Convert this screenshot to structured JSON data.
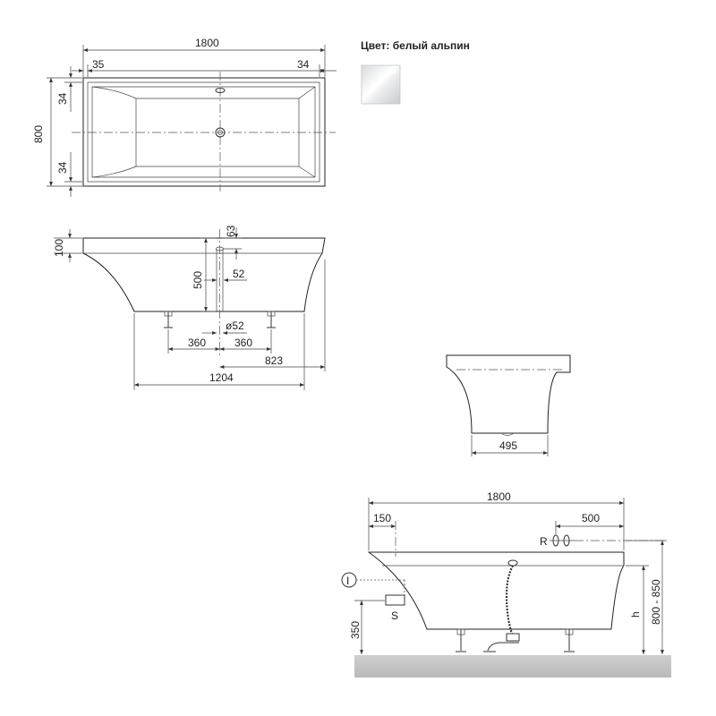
{
  "color_label": "Цвет: белый альпин",
  "top_view": {
    "length": "1800",
    "left_offset": "35",
    "right_offset": "34",
    "width": "800",
    "top_offset": "34",
    "bottom_offset": "34"
  },
  "side_view": {
    "rim": "100",
    "overflow_height": "63",
    "depth": "500",
    "pipe": "52",
    "drain_diameter": "ø52",
    "leg_left": "360",
    "leg_right": "360",
    "to_end": "823",
    "bottom_length": "1204"
  },
  "end_view": {
    "bottom_width": "495"
  },
  "install_view": {
    "length": "1800",
    "offset_left": "150",
    "offset_right": "500",
    "label_r": "R",
    "label_i": "I",
    "label_s": "S",
    "height_350": "350",
    "label_h": "h",
    "height_range": "800 - 850"
  }
}
